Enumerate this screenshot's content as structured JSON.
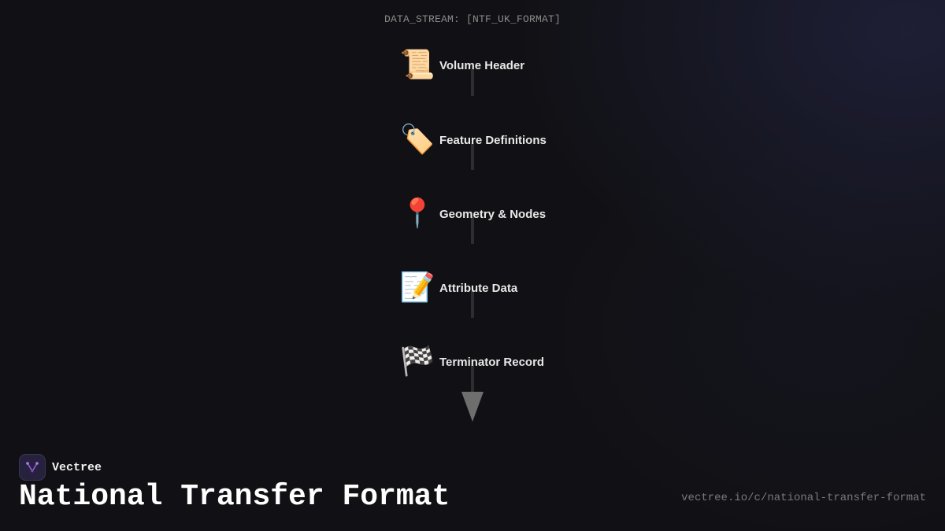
{
  "header": {
    "stream_label": "DATA_STREAM: [NTF_UK_FORMAT]"
  },
  "flow": {
    "steps": [
      {
        "icon": "scroll-icon",
        "glyph": "📜",
        "label": "Volume Header"
      },
      {
        "icon": "label-tag-icon",
        "glyph": "🏷️",
        "label": "Feature Definitions"
      },
      {
        "icon": "map-pin-icon",
        "glyph": "📍",
        "label": "Geometry & Nodes"
      },
      {
        "icon": "memo-icon",
        "glyph": "📝",
        "label": "Attribute Data"
      },
      {
        "icon": "checkered-flag-icon",
        "glyph": "🏁",
        "label": "Terminator Record"
      }
    ],
    "end_marker_icon": "arrow-down-icon"
  },
  "footer": {
    "brand_name": "Vectree",
    "brand_logo_icon": "vectree-logo-icon",
    "title": "National Transfer Format",
    "url": "vectree.io/c/national-transfer-format"
  },
  "colors": {
    "background": "#111115",
    "connector": "#2e2e30",
    "arrow": "#6e6e6e",
    "logo_background": "#26223e",
    "logo_mark": "#9a5be0"
  }
}
